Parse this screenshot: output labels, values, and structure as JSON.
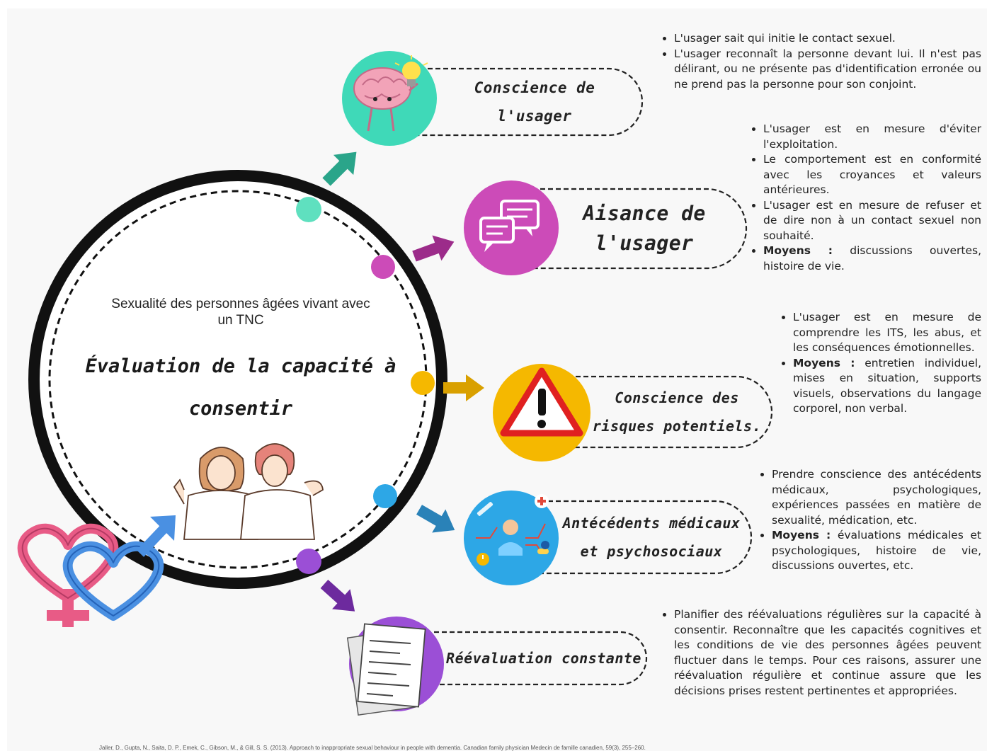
{
  "center": {
    "subtitle": "Sexualité des personnes âgées vivant avec un TNC",
    "title": "Évaluation de la capacité à consentir"
  },
  "sections": [
    {
      "title": "Conscience de l'usager",
      "icon": "brain-lightbulb-icon",
      "color": "#3fd9b8",
      "bullets": [
        {
          "bold": "",
          "text": "L'usager sait qui initie le contact sexuel."
        },
        {
          "bold": "",
          "text": "L'usager reconnaît la personne devant lui. Il n'est pas délirant, ou ne présente pas d'identification erronée ou ne prend pas la personne pour son conjoint."
        }
      ]
    },
    {
      "title": "Aisance de l'usager",
      "icon": "chat-bubbles-icon",
      "color": "#cc4bb8",
      "bullets": [
        {
          "bold": "",
          "text": "L'usager est en mesure d'éviter l'exploitation."
        },
        {
          "bold": "",
          "text": "Le comportement est en conformité avec les croyances et valeurs antérieures."
        },
        {
          "bold": "",
          "text": "L'usager est en mesure de refuser et de dire non à un contact sexuel non souhaité."
        },
        {
          "bold": "Moyens :",
          "text": "discussions ouvertes, histoire de vie."
        }
      ]
    },
    {
      "title": "Conscience des risques potentiels.",
      "icon": "warning-triangle-icon",
      "color": "#f5b800",
      "bullets": [
        {
          "bold": "",
          "text": "L'usager est en mesure de comprendre les ITS, les abus, et les conséquences émotionnelles."
        },
        {
          "bold": "Moyens :",
          "text": "entretien individuel, mises en situation, supports visuels, observations du langage corporel, non verbal."
        }
      ]
    },
    {
      "title": "Antécédents médicaux et psychosociaux",
      "icon": "medical-history-icon",
      "color": "#2da7e6",
      "bullets": [
        {
          "bold": "",
          "text": "Prendre conscience des antécédents médicaux, psychologiques, expériences passées en matière de sexualité, médication, etc."
        },
        {
          "bold": "Moyens :",
          "text": "évaluations médicales et psychologiques, histoire de vie, discussions ouvertes, etc."
        }
      ]
    },
    {
      "title": "Réévaluation constante",
      "icon": "documents-icon",
      "color": "#9b4fd6",
      "bullets": [
        {
          "bold": "",
          "text": "Planifier des réévaluations régulières sur la capacité à consentir. Reconnaître que les capacités cognitives et les conditions de vie des personnes âgées peuvent fluctuer dans le temps. Pour ces raisons, assurer une réévaluation régulière et continue assure que les décisions prises restent pertinentes et appropriées."
        }
      ]
    }
  ],
  "citation": "Jaller, D., Gupta, N., Saita, D. P., Emek, C., Gibson, M., & Gill, S. S. (2013). Approach to inappropriate sexual behaviour in people with dementia. Canadian family physician Medecin de famille canadien, 59(3), 255–260."
}
